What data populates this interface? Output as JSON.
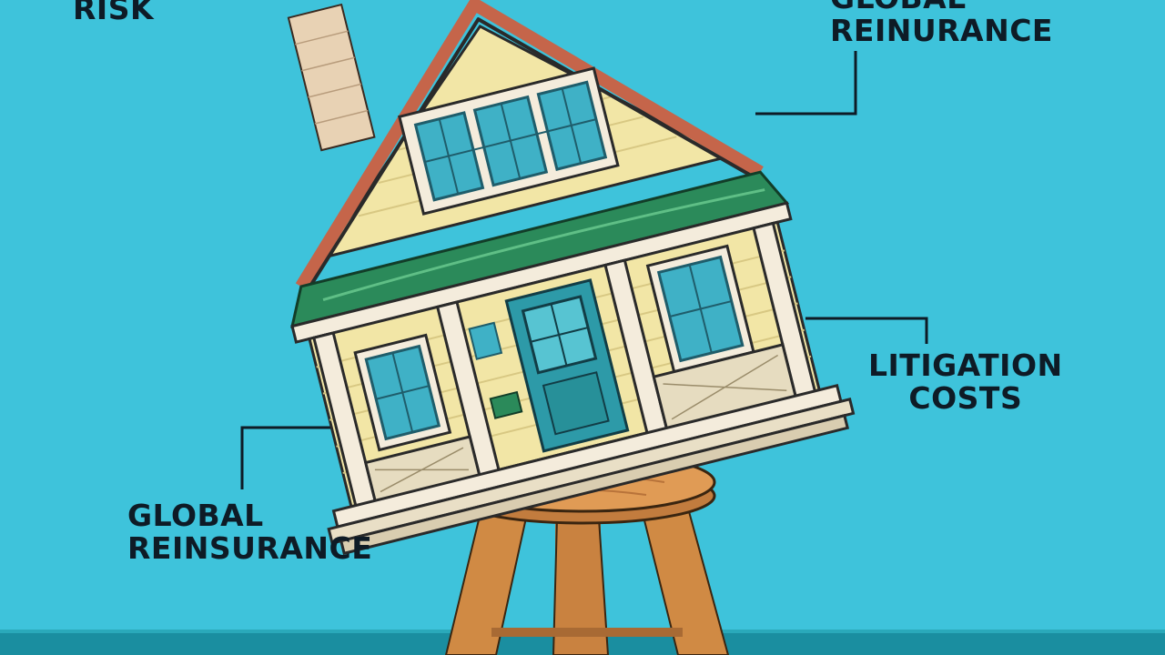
{
  "labels": {
    "top_left": "RISK",
    "top_right_line1": "GLOBAL",
    "top_right_line2": "REINURANCE",
    "right_line1": "LITIGATION",
    "right_line2": "COSTS",
    "bottom_left_line1": "GLOBAL",
    "bottom_left_line2": "REINSURANCE"
  },
  "colors": {
    "background": "#3ec3db",
    "text": "#0e1b26",
    "house_siding": "#f2e6a6",
    "house_trim": "#f4ecdc",
    "window": "#3fb1c6",
    "door": "#2d9aa8",
    "roof_edge": "#c5654a",
    "awning": "#2b8a5a",
    "stool": "#d8954a",
    "water": "#1a8ea0"
  }
}
